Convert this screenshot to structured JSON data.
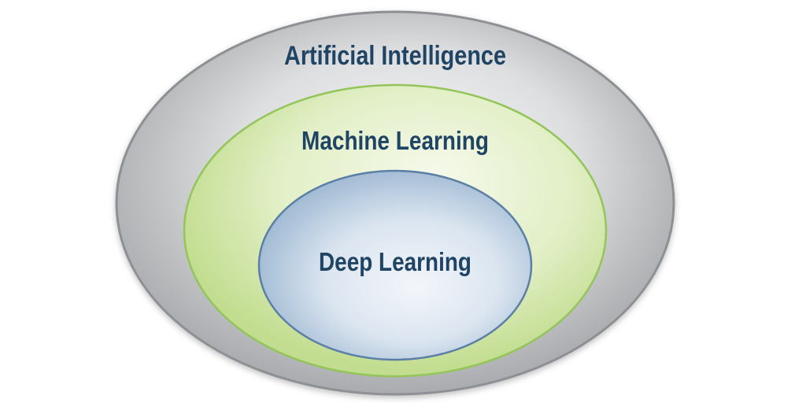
{
  "diagram": {
    "labels": {
      "outer": "Artificial Intelligence",
      "middle": "Machine Learning",
      "inner": "Deep Learning"
    },
    "colors": {
      "text": "#1f4464",
      "outer_fill_light": "#f4f4f5",
      "outer_fill_dark": "#a9abae",
      "outer_stroke": "#8d9094",
      "middle_fill_light": "#f5f9ea",
      "middle_fill_dark": "#c2dd8f",
      "middle_stroke": "#93c55a",
      "inner_fill_light": "#f3f6fa",
      "inner_fill_dark": "#9fb9d3",
      "inner_stroke": "#5b7fa6"
    }
  }
}
